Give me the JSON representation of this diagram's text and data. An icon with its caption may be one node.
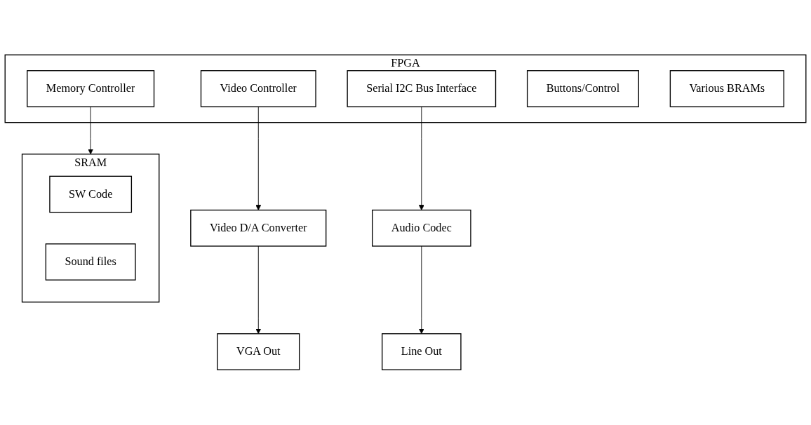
{
  "diagram": {
    "nodes": [
      {
        "text": [
          "FPGA"
        ]
      },
      {
        "text": [
          "Memory Controller"
        ],
        "in": 0
      },
      {
        "text": [
          "Video Controller"
        ],
        "in": 0
      },
      {
        "text": [
          "Serial I2C Bus Interface"
        ],
        "in": 0
      },
      {
        "text": [
          "Buttons/Control"
        ],
        "in": 0
      },
      {
        "text": [
          "Various BRAMs"
        ],
        "in": 0
      },
      {
        "text": [
          "SRAM"
        ]
      },
      {
        "text": [
          "SW Code"
        ],
        "in": 6
      },
      {
        "text": [
          "Sound files"
        ],
        "in": 6
      },
      {
        "text": [
          "Video D/A Converter"
        ]
      },
      {
        "text": [
          "Audio Codec"
        ]
      },
      {
        "text": [
          "VGA Out"
        ]
      },
      {
        "text": [
          "Line Out"
        ]
      }
    ],
    "edges": [
      {
        "from": 1,
        "to": 6,
        "arrow": "to"
      },
      {
        "from": 2,
        "to": 9,
        "arrow": "to"
      },
      {
        "from": 3,
        "to": 10,
        "arrow": "to"
      },
      {
        "from": 9,
        "to": 11,
        "arrow": "to"
      },
      {
        "from": 10,
        "to": 12,
        "arrow": "to"
      }
    ]
  }
}
